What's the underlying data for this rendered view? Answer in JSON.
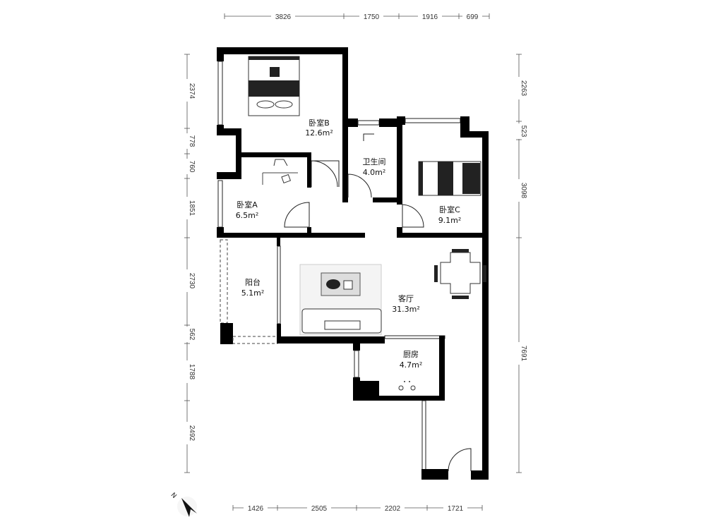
{
  "rooms": {
    "bedroom_b": {
      "name": "卧室B",
      "area": "12.6m²"
    },
    "bedroom_a": {
      "name": "卧室A",
      "area": "6.5m²"
    },
    "bathroom": {
      "name": "卫生间",
      "area": "4.0m²"
    },
    "bedroom_c": {
      "name": "卧室C",
      "area": "9.1m²"
    },
    "balcony": {
      "name": "阳台",
      "area": "5.1m²"
    },
    "living_room": {
      "name": "客厅",
      "area": "31.3m²"
    },
    "kitchen": {
      "name": "厨房",
      "area": "4.7m²"
    }
  },
  "dimensions": {
    "top": [
      "3826",
      "1750",
      "1916",
      "699"
    ],
    "bottom": [
      "1426",
      "2505",
      "2202",
      "1721"
    ],
    "left": [
      "2374",
      "778",
      "760",
      "1851",
      "2730",
      "562",
      "1788",
      "2492"
    ],
    "right": [
      "2263",
      "523",
      "3098",
      "7691"
    ]
  },
  "compass": {
    "label": "N"
  }
}
